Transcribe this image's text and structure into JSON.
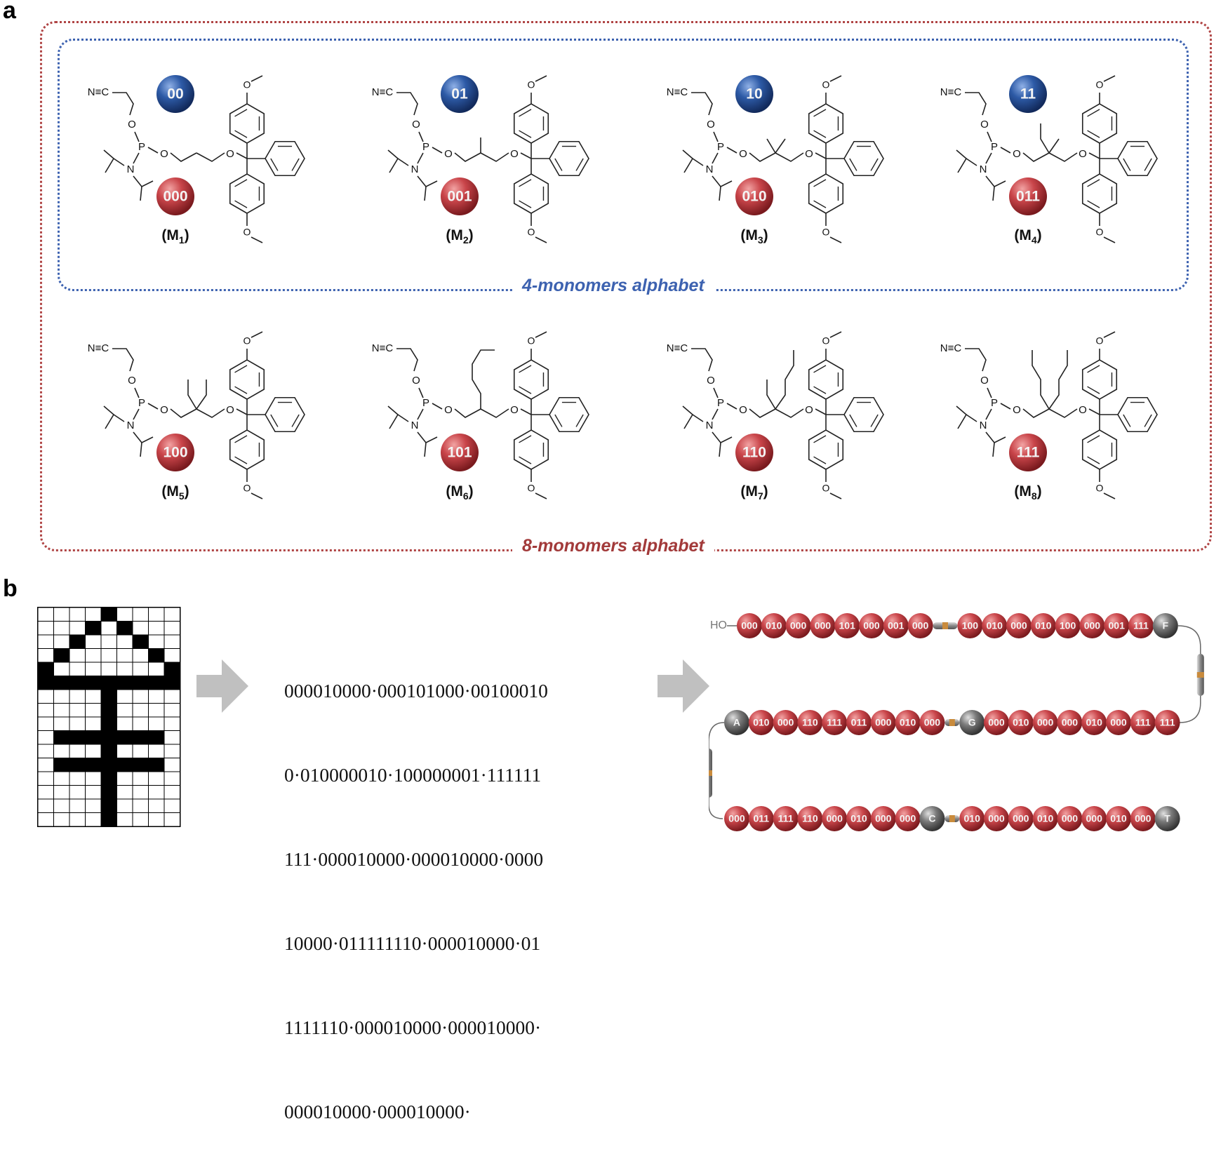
{
  "panel_a": {
    "letter": "a",
    "alphabet4_label": "4-monomers alphabet",
    "alphabet8_label": "8-monomers alphabet",
    "monomers": [
      {
        "id": "M",
        "sub": "1",
        "blue": "00",
        "red": "000",
        "side": "none"
      },
      {
        "id": "M",
        "sub": "2",
        "blue": "01",
        "red": "001",
        "side": "methyl"
      },
      {
        "id": "M",
        "sub": "3",
        "blue": "10",
        "red": "010",
        "side": "dimethyl"
      },
      {
        "id": "M",
        "sub": "4",
        "blue": "11",
        "red": "011",
        "side": "ethyl-methyl"
      },
      {
        "id": "M",
        "sub": "5",
        "blue": "",
        "red": "100",
        "side": "diethyl"
      },
      {
        "id": "M",
        "sub": "6",
        "blue": "",
        "red": "101",
        "side": "hexyl"
      },
      {
        "id": "M",
        "sub": "7",
        "blue": "",
        "red": "110",
        "side": "butyl-ethyl"
      },
      {
        "id": "M",
        "sub": "8",
        "blue": "",
        "red": "111",
        "side": "dibutyl"
      }
    ],
    "atoms": {
      "nitrile": "N≡C",
      "o": "O",
      "p": "P",
      "n": "N"
    }
  },
  "panel_b": {
    "letter": "b",
    "pixel_grid": [
      [
        0,
        0,
        0,
        0,
        1,
        0,
        0,
        0,
        0
      ],
      [
        0,
        0,
        0,
        1,
        0,
        1,
        0,
        0,
        0
      ],
      [
        0,
        0,
        1,
        0,
        0,
        0,
        1,
        0,
        0
      ],
      [
        0,
        1,
        0,
        0,
        0,
        0,
        0,
        1,
        0
      ],
      [
        1,
        0,
        0,
        0,
        0,
        0,
        0,
        0,
        1
      ],
      [
        1,
        1,
        1,
        1,
        1,
        1,
        1,
        1,
        1
      ],
      [
        0,
        0,
        0,
        0,
        1,
        0,
        0,
        0,
        0
      ],
      [
        0,
        0,
        0,
        0,
        1,
        0,
        0,
        0,
        0
      ],
      [
        0,
        0,
        0,
        0,
        1,
        0,
        0,
        0,
        0
      ],
      [
        0,
        1,
        1,
        1,
        1,
        1,
        1,
        1,
        0
      ],
      [
        0,
        0,
        0,
        0,
        1,
        0,
        0,
        0,
        0
      ],
      [
        0,
        1,
        1,
        1,
        1,
        1,
        1,
        1,
        0
      ],
      [
        0,
        0,
        0,
        0,
        1,
        0,
        0,
        0,
        0
      ],
      [
        0,
        0,
        0,
        0,
        1,
        0,
        0,
        0,
        0
      ],
      [
        0,
        0,
        0,
        0,
        1,
        0,
        0,
        0,
        0
      ],
      [
        0,
        0,
        0,
        0,
        1,
        0,
        0,
        0,
        0
      ]
    ],
    "bit_lines": [
      "000010000·000101000·00100010",
      "0·010000010·100000001·111111",
      "111·000010000·000010000·0000",
      "10000·011111110·000010000·01",
      "1111110·000010000·000010000·",
      "000010000·000010000·"
    ],
    "chain": {
      "start_label": "HO",
      "row1_a": [
        "000",
        "010",
        "000",
        "000",
        "101",
        "000",
        "001",
        "000"
      ],
      "row1_b": [
        "100",
        "010",
        "000",
        "010",
        "100",
        "000",
        "001",
        "111"
      ],
      "row1_end": "F",
      "row2_start": "A",
      "row2_a": [
        "010",
        "000",
        "110",
        "111",
        "011",
        "000",
        "010",
        "000"
      ],
      "row2_mid": "G",
      "row2_b": [
        "000",
        "010",
        "000",
        "000",
        "010",
        "000",
        "111",
        "111"
      ],
      "row3_a": [
        "000",
        "011",
        "111",
        "110",
        "000",
        "010",
        "000",
        "000"
      ],
      "row3_mid": "C",
      "row3_b": [
        "010",
        "000",
        "000",
        "010",
        "000",
        "000",
        "010",
        "000"
      ],
      "row3_end": "T"
    }
  },
  "colors": {
    "red_sphere": "#c9454a",
    "blue_sphere": "#2d5aa6",
    "gray_sphere": "#777777",
    "outer_box": "#b04545",
    "inner_box": "#3d62b0"
  }
}
